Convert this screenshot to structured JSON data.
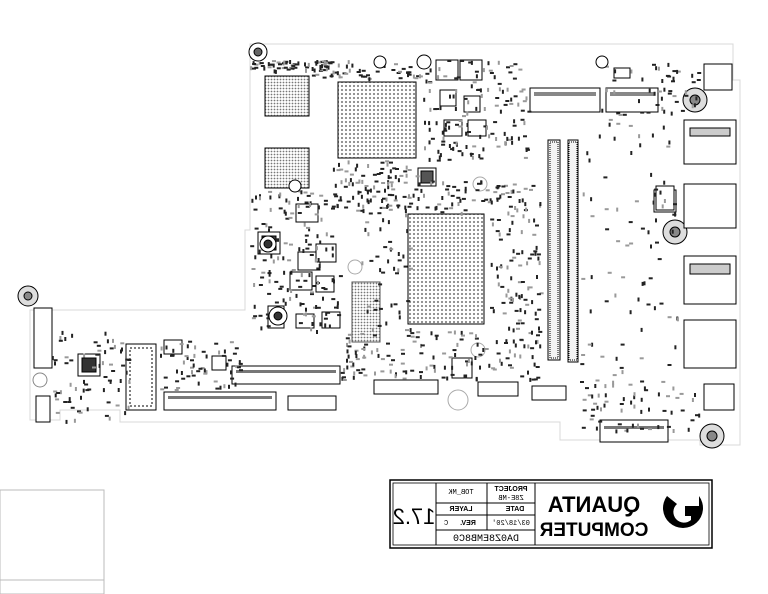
{
  "title_block": {
    "project_label": "PROJECT",
    "project_value": "Z8E-MB",
    "side_label": "TOB_MK",
    "date_label": "DATE",
    "date_value": "03/18/20'",
    "layer_label": "LAYER",
    "rev_label": "REV.",
    "rev_value": "C",
    "part_number": "DA0Z8EMB8C0",
    "scale_text": "17.2",
    "company_line1": "QUANTA",
    "company_line2": "COMPUTER"
  },
  "colors": {
    "ink": "#000000",
    "paper": "#ffffff",
    "trace_gray": "#8a8a8a",
    "pad_gray": "#bdbdbd"
  }
}
